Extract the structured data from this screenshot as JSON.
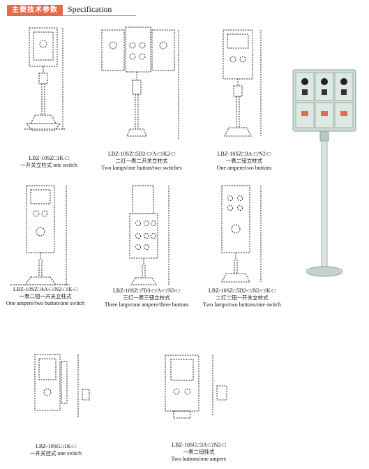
{
  "header": {
    "section_label": "主要技术参数",
    "title": "Specification"
  },
  "products": [
    {
      "model": "LBZ-10SZ□1K-□",
      "name_zh": "一开关立柱式",
      "name_en": "one switch"
    },
    {
      "model": "LBZ-10SZ□5D2-□/A-□/K2-□",
      "name_zh": "二灯一表二开关立柱式",
      "name_en": "Two lamps/one button/two switches"
    },
    {
      "model": "LBZ-10SZ□3A-□/N2-□",
      "name_zh": "一表二钮立柱式",
      "name_en": "One ampere/two buttons"
    },
    {
      "model": "LBZ-10SZ□4A-□/N2-□/K-□",
      "name_zh": "一表二钮一开关立柱式",
      "name_en": "One ampere/two button/one switch"
    },
    {
      "model": "LBZ-10SZ□7D3-□/A-□/N3-□",
      "name_zh": "三灯一表三钮立柱式",
      "name_en": "Three lanps/one ampere/three buttons"
    },
    {
      "model": "LBZ-10SZ□5D2-□/N2-□/K-□",
      "name_zh": "二灯二钮一开关立柱式",
      "name_en": "Two lamps/two buttons/one switch"
    },
    {
      "model": "LBZ-10SG□1K-□",
      "name_zh": "一开关挂式",
      "name_en": "one switch"
    },
    {
      "model": "LBZ-10SG□3A-□/N2-□",
      "name_zh": "一表二钮挂式",
      "name_en": "Two buttons/one ampere"
    }
  ],
  "colors": {
    "accent": "#e26b4e",
    "line": "#222222",
    "enclosure": "#cfdcd6",
    "pole": "#d9e3df"
  }
}
